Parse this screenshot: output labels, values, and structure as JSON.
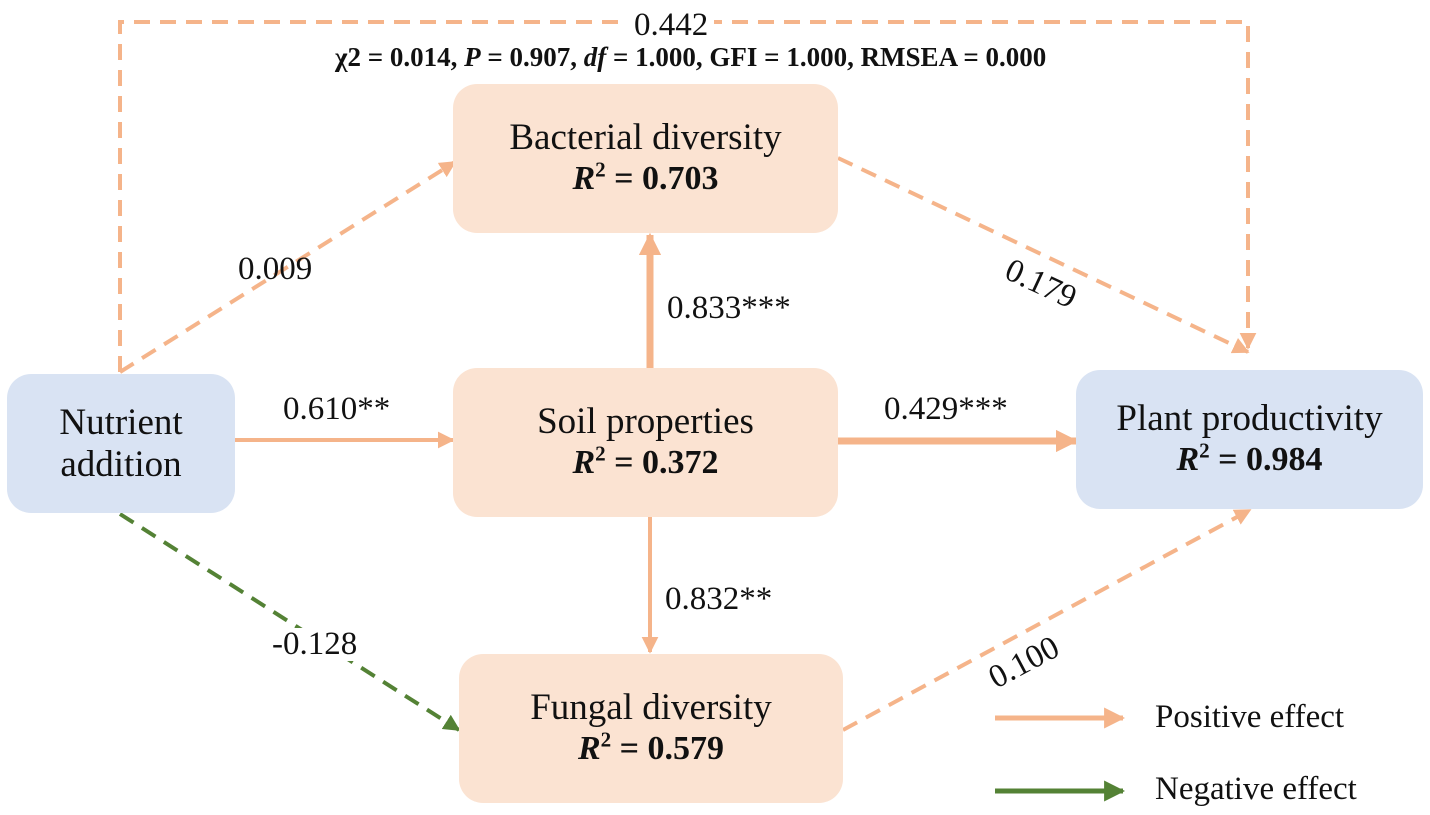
{
  "colors": {
    "positive": "#f5b48a",
    "negative": "#548235",
    "orange_box": "#fbe3d2",
    "blue_box": "#d9e3f3"
  },
  "fit_stats": {
    "chi2_label": "χ2",
    "chi2_value": "0.014",
    "p_label": "P",
    "p_value": "0.907",
    "df_label": "df",
    "df_value": "1.000",
    "gfi_label": "GFI",
    "gfi_value": "1.000",
    "rmsea_label": "RMSEA",
    "rmsea_value": "0.000"
  },
  "nodes": {
    "nutrient": {
      "line1": "Nutrient",
      "line2": "addition"
    },
    "bacterial": {
      "title": "Bacterial diversity",
      "r2_symbol": "R",
      "r2_exp": "2",
      "r2_value": " = 0.703"
    },
    "soil": {
      "title": "Soil properties",
      "r2_symbol": "R",
      "r2_exp": "2",
      "r2_value": " = 0.372"
    },
    "fungal": {
      "title": "Fungal diversity",
      "r2_symbol": "R",
      "r2_exp": "2",
      "r2_value": " = 0.579"
    },
    "plant": {
      "title": "Plant productivity",
      "r2_symbol": "R",
      "r2_exp": "2",
      "r2_value": " = 0.984"
    }
  },
  "paths": [
    {
      "from": "Nutrient addition",
      "to": "Plant productivity",
      "coef": "0.442",
      "effect": "positive",
      "significant": false
    },
    {
      "from": "Nutrient addition",
      "to": "Bacterial diversity",
      "coef": "0.009",
      "effect": "positive",
      "significant": false
    },
    {
      "from": "Nutrient addition",
      "to": "Soil properties",
      "coef": "0.610**",
      "effect": "positive",
      "significant": true
    },
    {
      "from": "Nutrient addition",
      "to": "Fungal diversity",
      "coef": "-0.128",
      "effect": "negative",
      "significant": false
    },
    {
      "from": "Soil properties",
      "to": "Bacterial diversity",
      "coef": "0.833***",
      "effect": "positive",
      "significant": true
    },
    {
      "from": "Soil properties",
      "to": "Plant productivity",
      "coef": "0.429***",
      "effect": "positive",
      "significant": true
    },
    {
      "from": "Soil properties",
      "to": "Fungal diversity",
      "coef": "0.832**",
      "effect": "positive",
      "significant": true
    },
    {
      "from": "Bacterial diversity",
      "to": "Plant productivity",
      "coef": "0.179",
      "effect": "positive",
      "significant": false
    },
    {
      "from": "Fungal diversity",
      "to": "Plant productivity",
      "coef": "0.100",
      "effect": "positive",
      "significant": false
    }
  ],
  "legend": {
    "positive_label": "Positive effect",
    "negative_label": "Negative effect"
  }
}
